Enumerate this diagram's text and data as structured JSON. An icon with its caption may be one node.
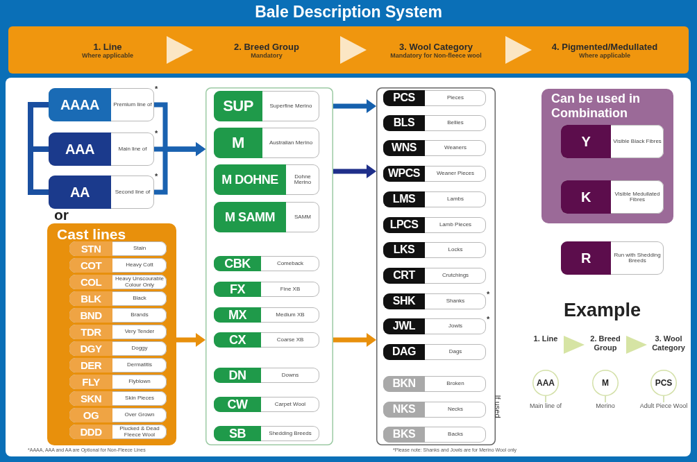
{
  "diagram": {
    "title": "Bale Description System",
    "nodes": [
      {
        "text": [
          "1. Line",
          "Where applicable"
        ]
      },
      {
        "text": [
          "2. Breed Group",
          "Mandatory"
        ]
      },
      {
        "text": [
          "3. Wool Category",
          "Mandatory for Non-fleece wool"
        ]
      },
      {
        "text": [
          "4. Pigmented/Medullated",
          "Where applicable"
        ]
      },
      {
        "text": [
          "AAAA",
          "Premium line of"
        ],
        "beside": [
          "*"
        ]
      },
      {
        "text": [
          "AAA",
          "Main line of"
        ],
        "beside": [
          "*"
        ]
      },
      {
        "text": [
          "AA",
          "Second line of"
        ],
        "beside": [
          "*"
        ]
      },
      {
        "text": [
          "Cast lines"
        ]
      },
      {
        "text": [
          "STN",
          "Stain"
        ],
        "in": 7
      },
      {
        "text": [
          "COT",
          "Heavy Cott"
        ],
        "in": 7
      },
      {
        "text": [
          "COL",
          "Heavy Unscourable Colour Only"
        ],
        "in": 7
      },
      {
        "text": [
          "BLK",
          "Black"
        ],
        "in": 7
      },
      {
        "text": [
          "BND",
          "Brands"
        ],
        "in": 7
      },
      {
        "text": [
          "TDR",
          "Very Tender"
        ],
        "in": 7
      },
      {
        "text": [
          "DGY",
          "Doggy"
        ],
        "in": 7
      },
      {
        "text": [
          "DER",
          "Dermatitis"
        ],
        "in": 7
      },
      {
        "text": [
          "FLY",
          "Flyblown"
        ],
        "in": 7
      },
      {
        "text": [
          "SKN",
          "Skin Pieces"
        ],
        "in": 7
      },
      {
        "text": [
          "OG",
          "Over Grown"
        ],
        "in": 7
      },
      {
        "text": [
          "DDD",
          "Plucked & Dead Fleece Wool"
        ],
        "in": 7
      },
      {
        "text": [],
        "shape": "box"
      },
      {
        "text": [
          "SUP",
          "Superfine Merino"
        ],
        "in": 20
      },
      {
        "text": [
          "M",
          "Australian Merino"
        ],
        "in": 20
      },
      {
        "text": [
          "M DOHNE",
          "Dohne Merino"
        ],
        "in": 20
      },
      {
        "text": [
          "M SAMM",
          "SAMM"
        ],
        "in": 20
      },
      {
        "text": [
          "CBK",
          "Comeback"
        ],
        "in": 20
      },
      {
        "text": [
          "FX",
          "Fine XB"
        ],
        "in": 20
      },
      {
        "text": [
          "MX",
          "Medium XB"
        ],
        "in": 20
      },
      {
        "text": [
          "CX",
          "Coarse XB"
        ],
        "in": 20
      },
      {
        "text": [
          "DN",
          "Downs"
        ],
        "in": 20
      },
      {
        "text": [
          "CW",
          "Carpet Wool"
        ],
        "in": 20
      },
      {
        "text": [
          "SB",
          "Shedding Breeds"
        ],
        "in": 20
      },
      {
        "text": [],
        "shape": "box"
      },
      {
        "text": [
          "PCS",
          "Pieces"
        ],
        "in": 32
      },
      {
        "text": [
          "BLS",
          "Bellies"
        ],
        "in": 32
      },
      {
        "text": [
          "WNS",
          "Weaners"
        ],
        "in": 32
      },
      {
        "text": [
          "WPCS",
          "Weaner Pieces"
        ],
        "in": 32
      },
      {
        "text": [
          "LMS",
          "Lambs"
        ],
        "in": 32
      },
      {
        "text": [
          "LPCS",
          "Lamb Pieces"
        ],
        "in": 32
      },
      {
        "text": [
          "LKS",
          "Locks"
        ],
        "in": 32
      },
      {
        "text": [
          "CRT",
          "Crutchings"
        ],
        "in": 32
      },
      {
        "text": [
          "SHK",
          "Shanks"
        ],
        "in": 32,
        "beside": [
          "*"
        ]
      },
      {
        "text": [
          "JWL",
          "Jowls"
        ],
        "in": 32,
        "beside": [
          "*"
        ]
      },
      {
        "text": [
          "DAG",
          "Dags"
        ],
        "in": 32
      },
      {
        "text": [
          "BKN",
          "Broken"
        ],
        "in": 32
      },
      {
        "text": [
          "NKS",
          "Necks"
        ],
        "in": 32
      },
      {
        "text": [
          "BKS",
          "Backs"
        ],
        "in": 32
      },
      {
        "text": [
          "Can be used in Combination"
        ]
      },
      {
        "text": [
          "Y",
          "Visible Black Fibres"
        ],
        "in": 47
      },
      {
        "text": [
          "K",
          "Visible Medullated Fibres"
        ],
        "in": 47
      },
      {
        "text": [
          "R",
          "Run with Shedding Breeds"
        ]
      },
      {
        "text": [
          "1. Line"
        ]
      },
      {
        "text": [
          "2. Breed Group"
        ]
      },
      {
        "text": [
          "3. Wool Category"
        ]
      },
      {
        "text": [
          "AAA"
        ],
        "beside": [
          "Main line of"
        ]
      },
      {
        "text": [
          "M"
        ],
        "beside": [
          "Merino"
        ]
      },
      {
        "text": [
          "PCS"
        ],
        "beside": [
          "Adult Piece Wool"
        ]
      }
    ],
    "edges": [
      {
        "from": 0,
        "to": 1,
        "arrow": "to",
        "color": "#fbe6c4"
      },
      {
        "from": 1,
        "to": 2,
        "arrow": "to",
        "color": "#fbe6c4"
      },
      {
        "from": 2,
        "to": 3,
        "arrow": "to",
        "color": "#fbe6c4"
      },
      {
        "from": 4,
        "to": 20,
        "arrow": "to",
        "color": "#1a62b0"
      },
      {
        "from": 5,
        "to": 20,
        "arrow": "to",
        "color": "#1a62b0"
      },
      {
        "from": 6,
        "to": 20,
        "arrow": "to",
        "color": "#1a62b0"
      },
      {
        "from": 7,
        "to": 20,
        "arrow": "to",
        "color": "#e8900c"
      },
      {
        "from": 20,
        "to": 32,
        "arrow": "to",
        "color": "#1560ad"
      },
      {
        "from": 20,
        "to": 32,
        "arrow": "to",
        "color": "#1f2f8a"
      },
      {
        "from": 20,
        "to": 32,
        "arrow": "to",
        "color": "#e8900c"
      },
      {
        "from": 51,
        "to": 52,
        "arrow": "to",
        "color": "#d6e4a4"
      },
      {
        "from": 52,
        "to": 53,
        "arrow": "to",
        "color": "#d6e4a4"
      }
    ],
    "labels": [
      "or",
      "If used",
      "Example",
      "*AAAA, AAA and AA are Optional for Non-Fleece Lines",
      "*Please note: Shanks and Jowls are for Merino Wool only"
    ]
  }
}
